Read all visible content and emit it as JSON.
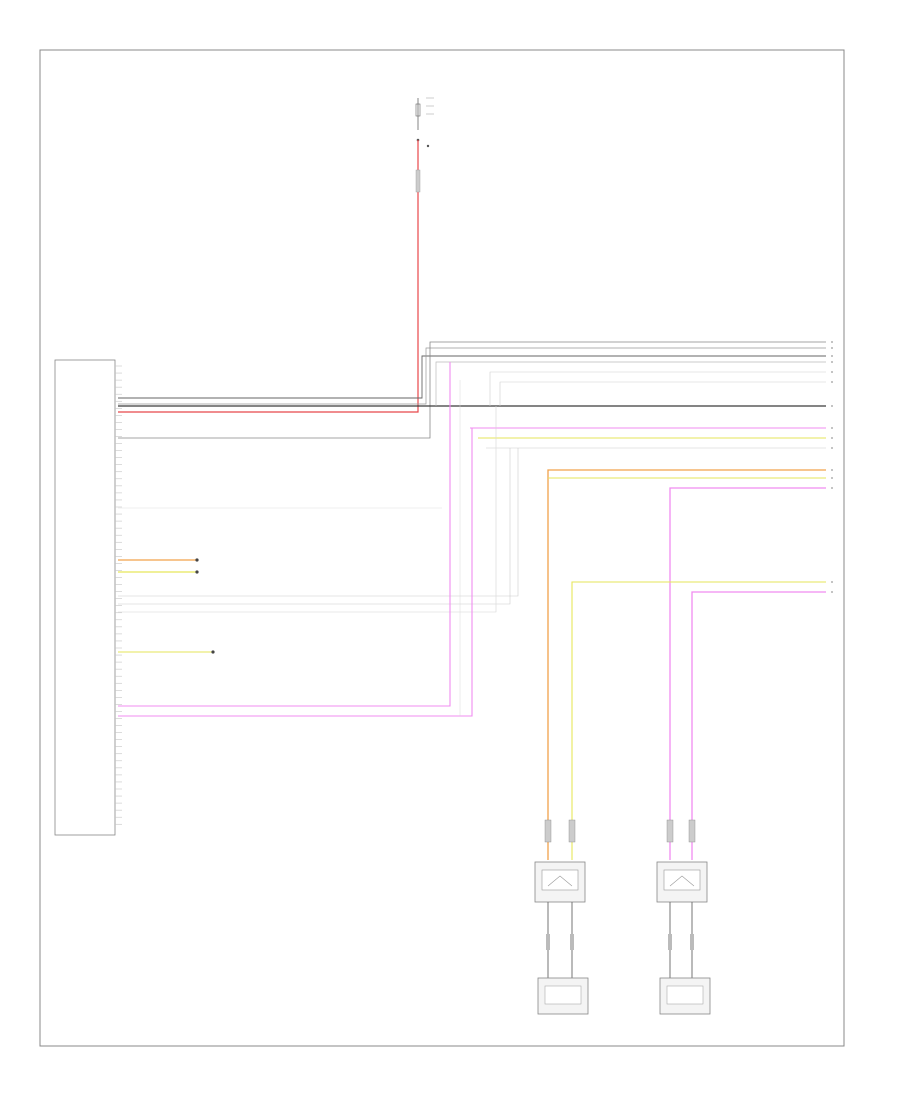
{
  "diagram": {
    "footer_code": "",
    "colors": {
      "frame": "#888888",
      "red": "#e8474a",
      "pink": "#f08cf0",
      "yellow": "#e6e65a",
      "orange": "#f2a24a",
      "gray": "#666666",
      "light": "#c8c8c8",
      "dark": "#3a3a3a"
    },
    "fuse_box": {
      "title_lines": [
        "",
        "",
        ""
      ],
      "note_lines": [
        "",
        "",
        "",
        ""
      ]
    },
    "module": {
      "name_lines": [
        "",
        ""
      ]
    },
    "splices": [
      "",
      ""
    ],
    "sensors": [
      {
        "id": "left-sensor",
        "label_lines": [
          "",
          "",
          "",
          ""
        ]
      },
      {
        "id": "right-sensor",
        "label_lines": [
          "",
          "",
          "",
          ""
        ]
      }
    ],
    "heaters": [
      {
        "id": "left-heater",
        "label_lines": [
          "",
          ""
        ]
      },
      {
        "id": "right-heater",
        "label_lines": [
          "",
          ""
        ]
      }
    ]
  }
}
